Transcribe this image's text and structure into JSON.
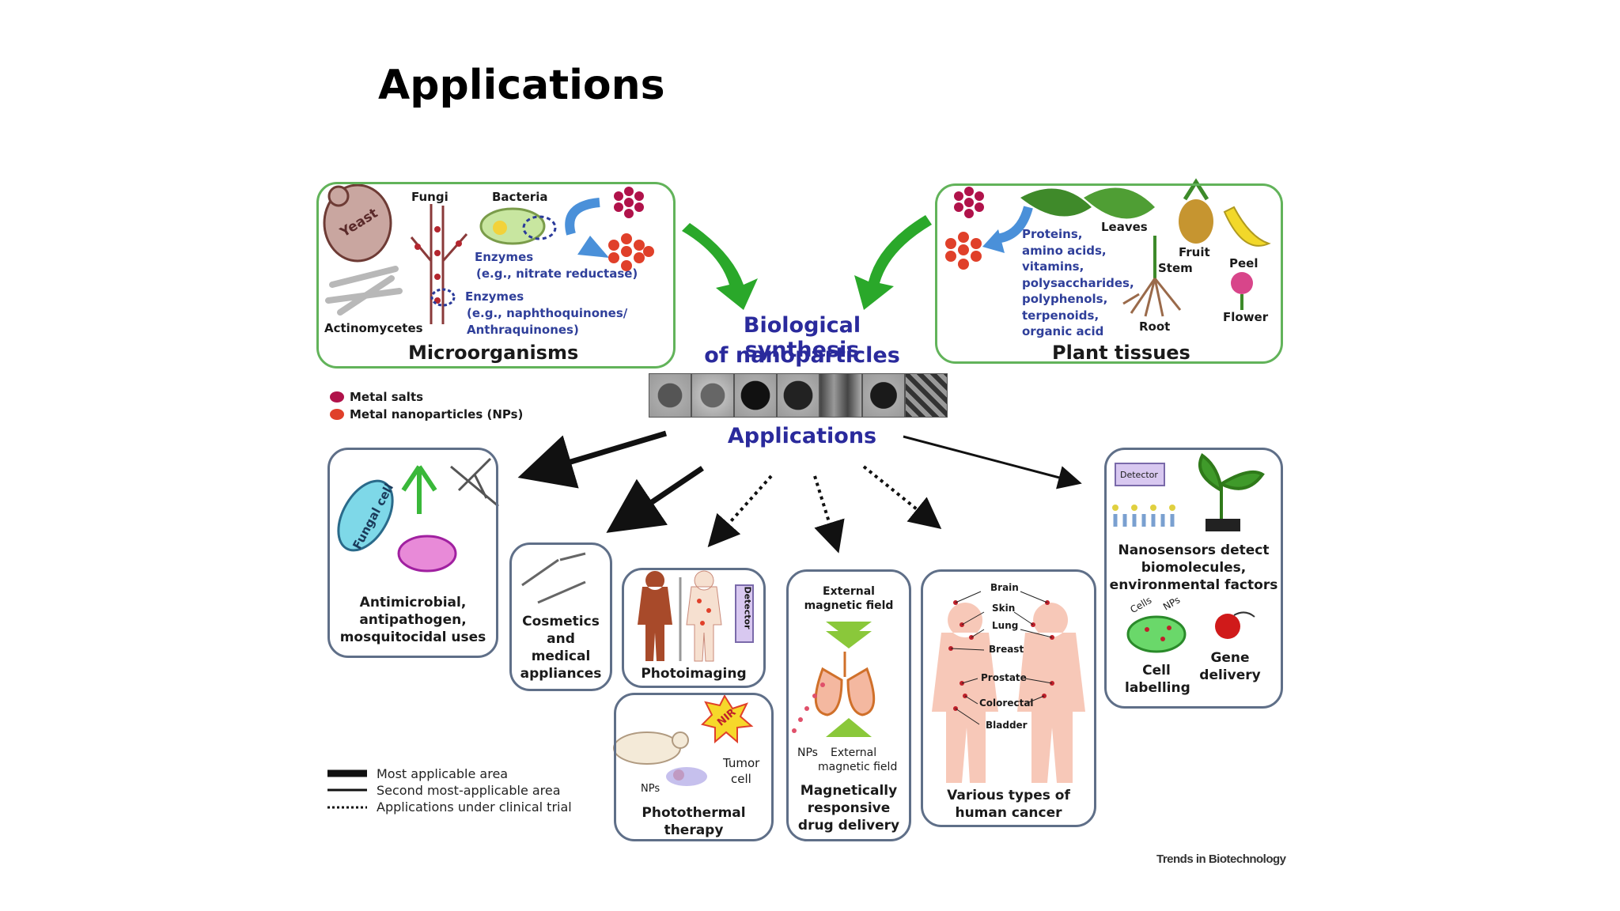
{
  "slide": {
    "title": "Applications"
  },
  "center": {
    "title_line1": "Biological synthesis",
    "title_line2": "of nanoparticles",
    "applications_label": "Applications"
  },
  "microorganisms": {
    "title": "Microorganisms",
    "yeast": "Yeast",
    "fungi": "Fungi",
    "bacteria": "Bacteria",
    "actinomycetes": "Actinomycetes",
    "enzymes1_line1": "Enzymes",
    "enzymes1_line2": "(e.g., nitrate reductase)",
    "enzymes2_line1": "Enzymes",
    "enzymes2_line2": "(e.g., naphthoquinones/",
    "enzymes2_line3": "Anthraquinones)"
  },
  "plant_tissues": {
    "title": "Plant tissues",
    "compounds": [
      "Proteins,",
      "amino acids,",
      "vitamins,",
      "polysaccharides,",
      "polyphenols,",
      "terpenoids,",
      "organic acid"
    ],
    "leaves": "Leaves",
    "fruit": "Fruit",
    "stem": "Stem",
    "peel": "Peel",
    "root": "Root",
    "flower": "Flower"
  },
  "legend_particles": {
    "metal_salts": "Metal salts",
    "metal_nps": "Metal nanoparticles (NPs)"
  },
  "applications": {
    "antimicrobial": {
      "line1": "Antimicrobial,",
      "line2": "antipathogen,",
      "line3": "mosquitocidal uses",
      "fungal_cell": "Fungal cell"
    },
    "cosmetics": {
      "line1": "Cosmetics",
      "line2": "and",
      "line3": "medical",
      "line4": "appliances"
    },
    "photoimaging": {
      "label": "Photoimaging",
      "detector": "Detector"
    },
    "photothermal": {
      "line1": "Photothermal",
      "line2": "therapy",
      "nir": "NIR",
      "tumor": "Tumor",
      "cell": "cell",
      "nps": "NPs"
    },
    "magnetic": {
      "ext1": "External",
      "ext2": "magnetic field",
      "nps": "NPs",
      "ext3": "External",
      "ext4": "magnetic field",
      "line1": "Magnetically",
      "line2": "responsive",
      "line3": "drug delivery"
    },
    "cancer": {
      "organs": [
        "Brain",
        "Skin",
        "Lung",
        "Breast",
        "Prostate",
        "Colorectal",
        "Bladder"
      ],
      "line1": "Various types of",
      "line2": "human cancer"
    },
    "nanosensors": {
      "detector": "Detector",
      "line1": "Nanosensors detect",
      "line2": "biomolecules,",
      "line3": "environmental factors",
      "cells": "Cells",
      "nps": "NPs",
      "cell_labelling_1": "Cell",
      "cell_labelling_2": "labelling",
      "gene_1": "Gene",
      "gene_2": "delivery"
    }
  },
  "arrow_legend": {
    "most": "Most applicable area",
    "second": "Second most-applicable area",
    "trial": "Applications under clinical trial"
  },
  "credit": "Trends in Biotechnology",
  "colors": {
    "green_border": "#62b35a",
    "blue_border": "#5f6f88",
    "title_blue": "#2a2a9c",
    "metal_salt": "#b0124a",
    "metal_np": "#e0402a"
  }
}
